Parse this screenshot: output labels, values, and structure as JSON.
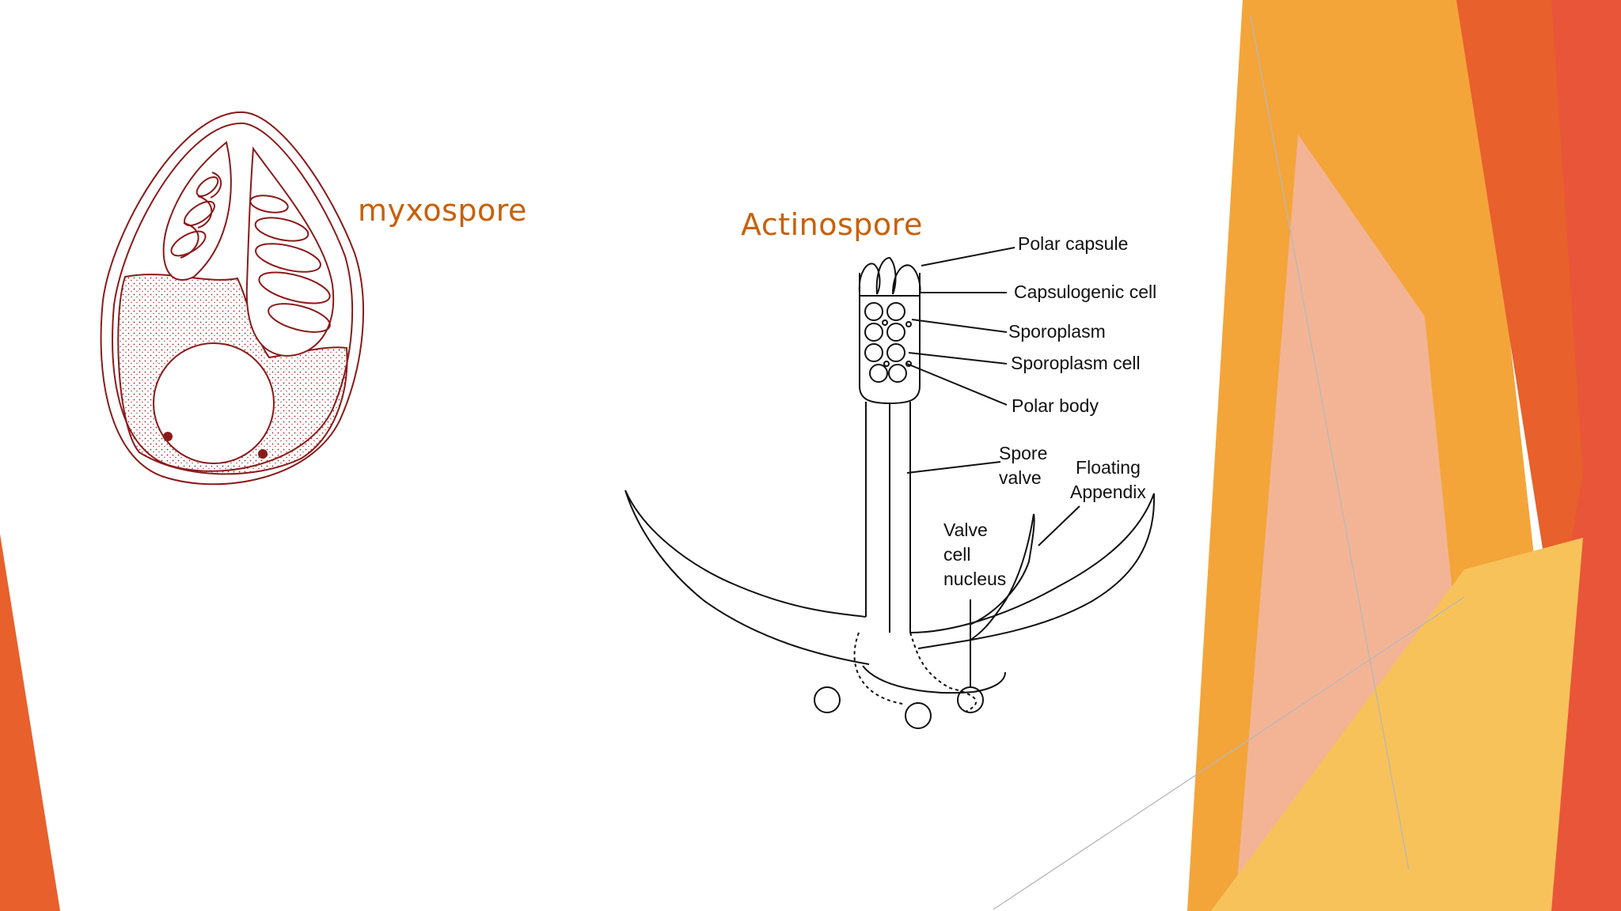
{
  "slide": {
    "colors": {
      "accent_orange": "#e8602c",
      "accent_light_orange": "#f3a53a",
      "accent_yellow": "#f8c25a",
      "accent_pink": "#f2b6a6",
      "title_text": "#c8600a",
      "myxospore_line": "#8b1a1a",
      "actinospore_line": "#111111"
    }
  },
  "titles": {
    "myxospore": "myxospore",
    "actinospore": "Actinospore"
  },
  "actinospore_labels": {
    "polar_capsule": "Polar capsule",
    "capsulogenic_cell": "Capsulogenic cell",
    "sporoplasm": "Sporoplasm",
    "sporoplasm_cell": "Sporoplasm cell",
    "polar_body": "Polar body",
    "spore_valve": [
      "Spore",
      "valve"
    ],
    "floating_appendix": [
      "Floating",
      "Appendix"
    ],
    "valve_cell_nucleus": [
      "Valve",
      "cell",
      "nucleus"
    ]
  }
}
